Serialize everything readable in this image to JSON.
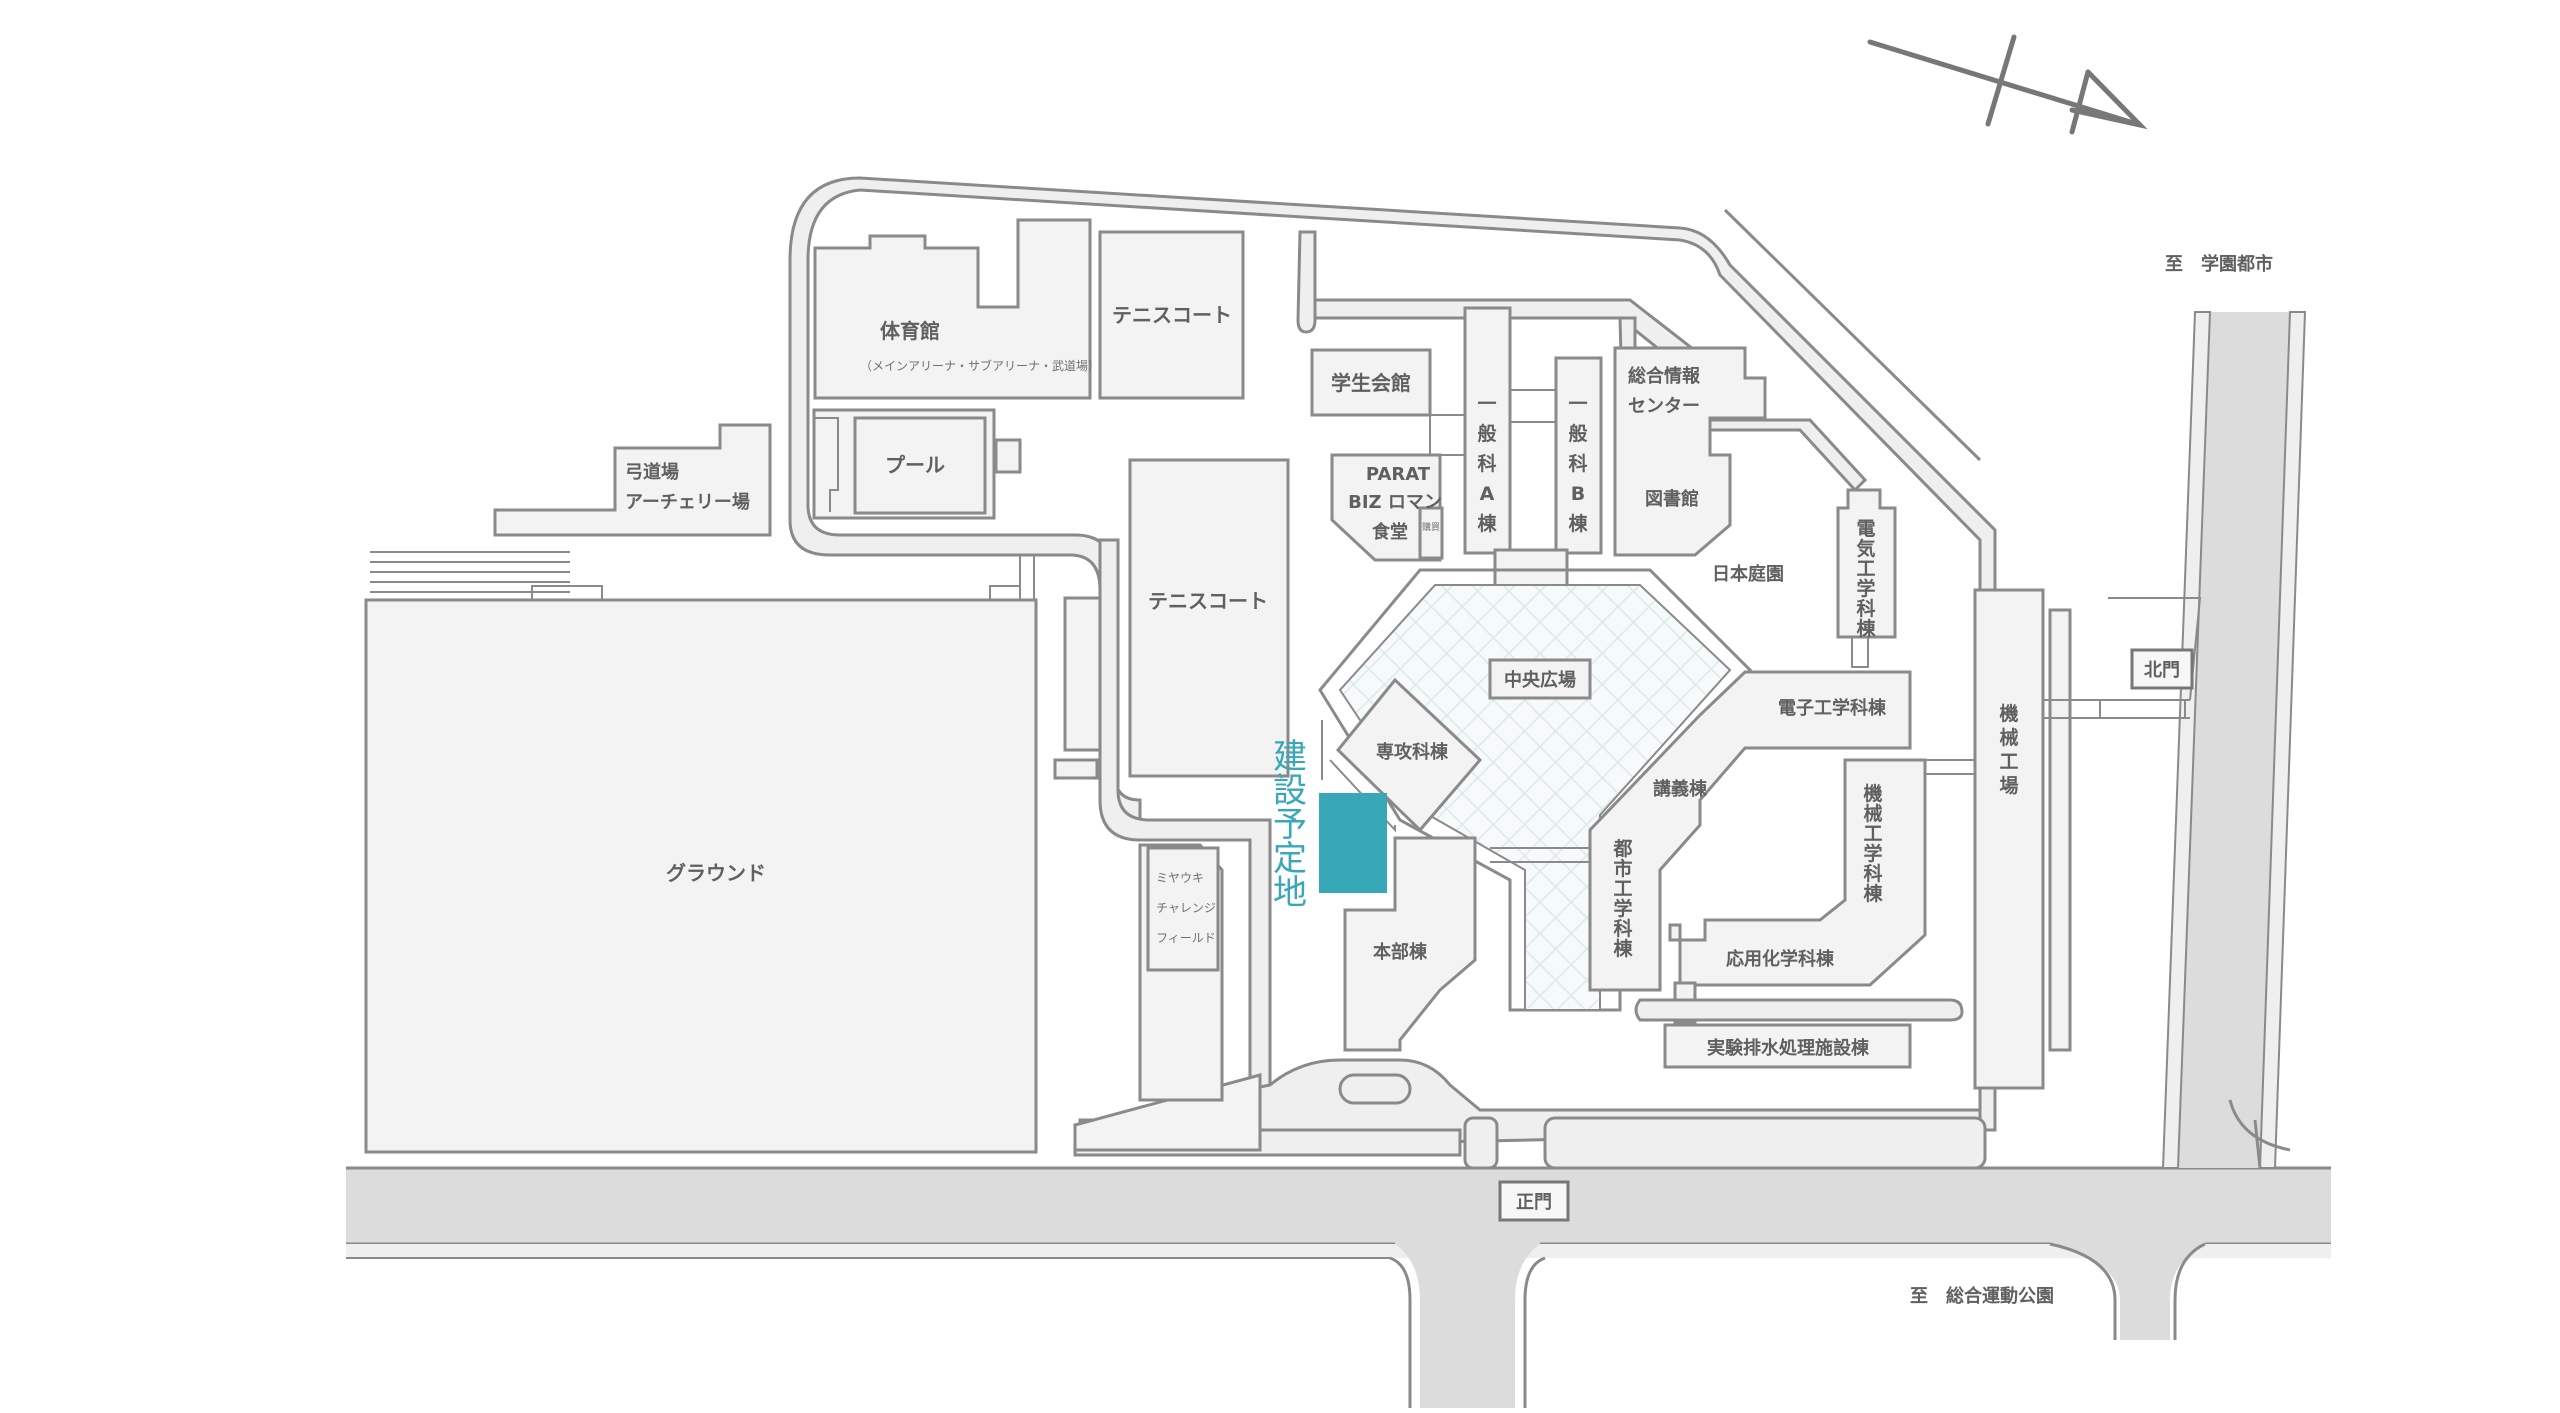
{
  "map": {
    "accent_color": "#38a8b8",
    "construction_site": {
      "label_chars": [
        "建",
        "設",
        "予",
        "定",
        "地"
      ],
      "color": "#38a8b8"
    },
    "compass": {
      "icon": "north-arrow-icon"
    },
    "directions": {
      "north_east": "至　学園都市",
      "south": "至　総合運動公園"
    },
    "gates": {
      "main": "正門",
      "north": "北門"
    },
    "buildings": {
      "gym": "体育館",
      "gym_sub": "（メインアリーナ・サブアリーナ・武道場）",
      "tennis_north": "テニスコート",
      "tennis_south": "テニスコート",
      "pool": "プール",
      "archery_1": "弓道場",
      "archery_2": "アーチェリー場",
      "ground": "グラウンド",
      "student_hall": "学生会館",
      "cafeteria_1": "PARAT",
      "cafeteria_2": "BIZ ロマン",
      "cafeteria_3": "食堂",
      "cafeteria_annex": "購買",
      "general_a": [
        "一",
        "般",
        "科",
        "A",
        "棟"
      ],
      "general_b": [
        "一",
        "般",
        "科",
        "B",
        "棟"
      ],
      "info_center_1": "総合情報",
      "info_center_2": "センター",
      "library": "図書館",
      "japanese_garden": "日本庭園",
      "electrical": [
        "電",
        "気",
        "工",
        "学",
        "科",
        "棟"
      ],
      "central_plaza": "中央広場",
      "advanced_course": "専攻科棟",
      "electronics": "電子工学科棟",
      "lecture": "講義棟",
      "civil": [
        "都",
        "市",
        "工",
        "学",
        "科",
        "棟"
      ],
      "mechanical": [
        "機",
        "械",
        "工",
        "学",
        "科",
        "棟"
      ],
      "machine_shop": [
        "機",
        "械",
        "工",
        "場"
      ],
      "applied_chem": "応用化学科棟",
      "wastewater": "実験排水処理施設棟",
      "headquarters": "本部棟",
      "challenge_1": "ミヤウキ",
      "challenge_2": "チャレンジ",
      "challenge_3": "フィールド"
    }
  }
}
